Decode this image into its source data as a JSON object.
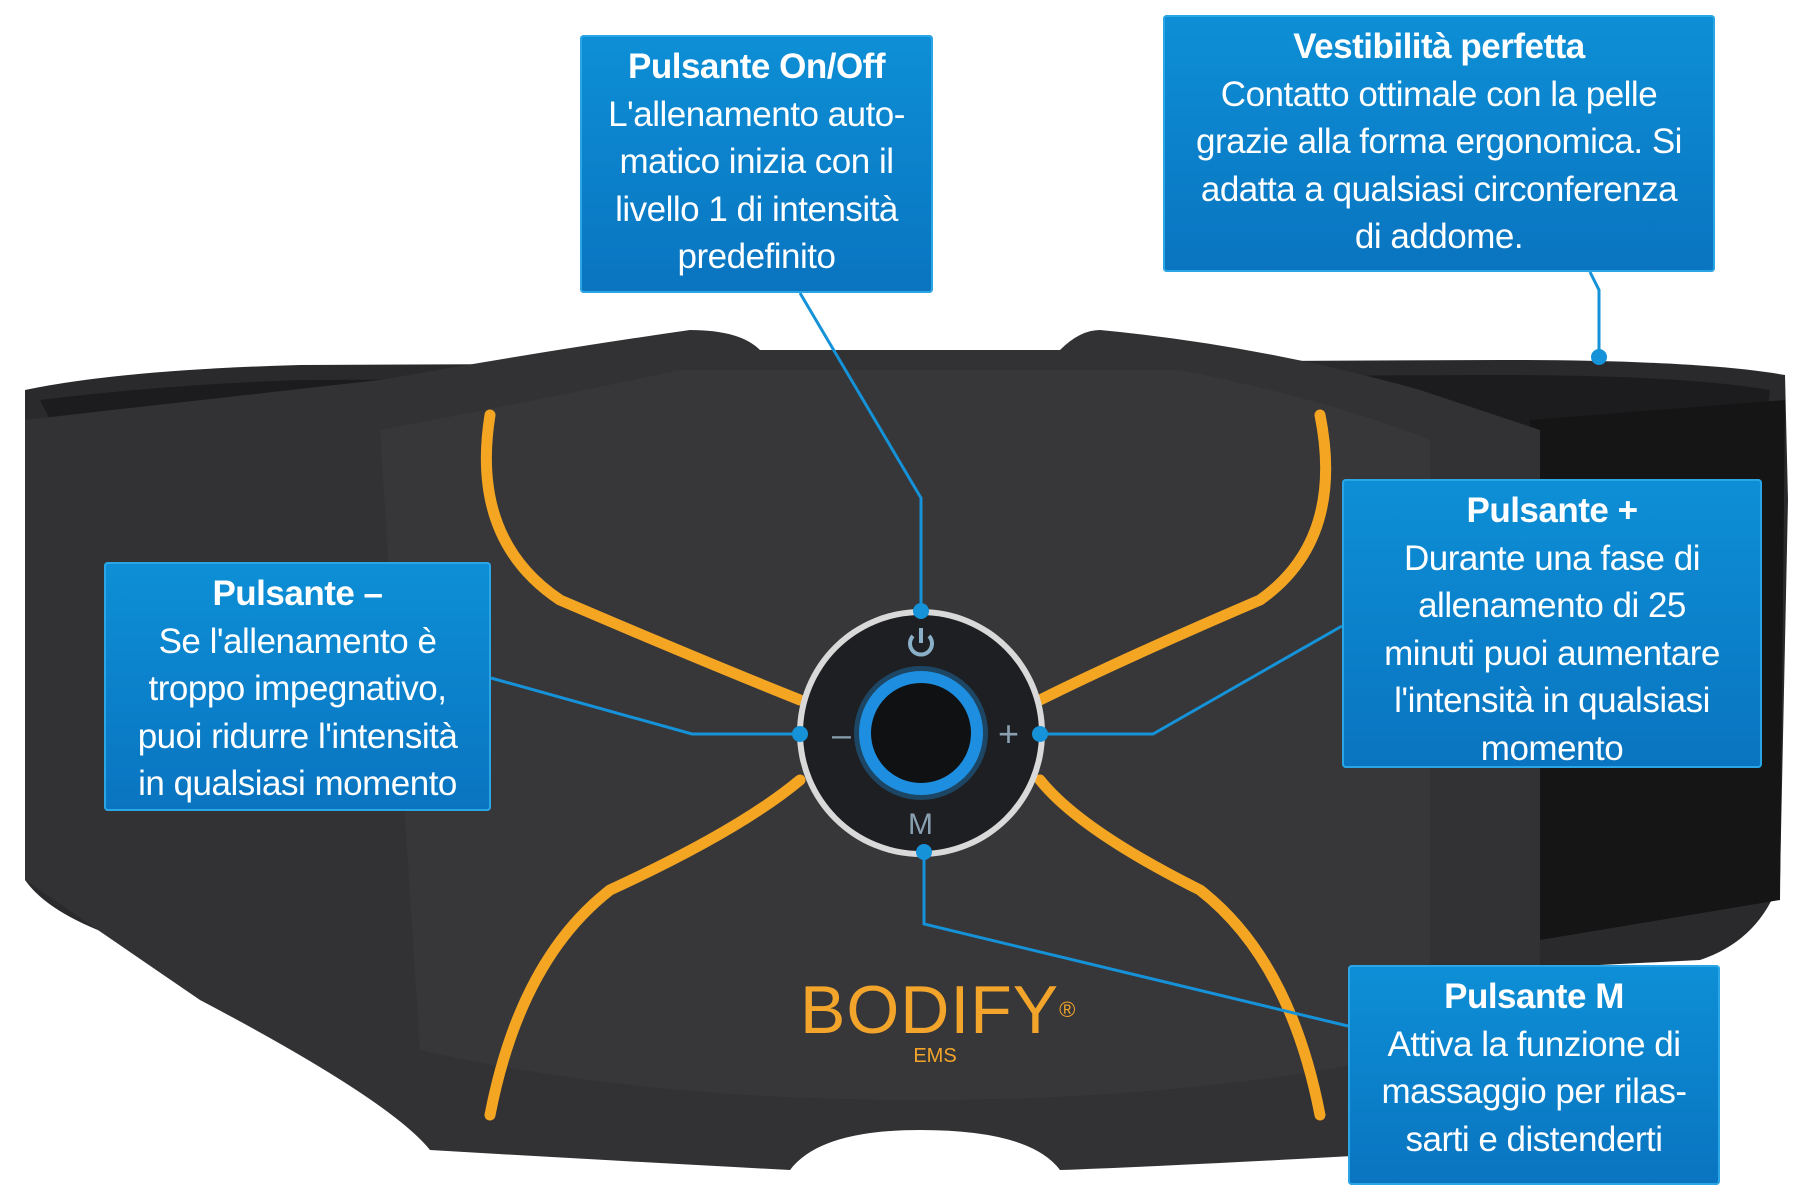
{
  "callouts": {
    "onoff": {
      "title": "Pulsante On/Off",
      "body": "L'allenamento auto-\nmatico inizia con il\nlivello 1 di intensità\npredefinito"
    },
    "fit": {
      "title": "Vestibilità perfetta",
      "body": "Contatto ottimale con la pelle\ngrazie alla forma ergonomica. Si\nadatta a qualsiasi circonferenza\ndi addome."
    },
    "minus": {
      "title": "Pulsante –",
      "body": "Se l'allenamento è\ntroppo impegnativo,\npuoi ridurre l'intensità\nin qualsiasi momento"
    },
    "plus": {
      "title": "Pulsante +",
      "body": "Durante una fase di\nallenamento di 25\nminuti puoi aumentare\nl'intensità in qualsiasi\nmomento"
    },
    "m": {
      "title": "Pulsante M",
      "body": "Attiva la funzione di\nmassaggio per rilas-\nsarti e distenderti"
    }
  },
  "device": {
    "brand": "BODIFY",
    "brand_mark": "®",
    "sub": "EMS",
    "buttons": {
      "power": "power-icon",
      "minus": "–",
      "plus": "+",
      "m": "M"
    }
  },
  "colors": {
    "accent": "#0a84cc",
    "orange": "#f4a623",
    "belt": "#2b2b2d"
  }
}
